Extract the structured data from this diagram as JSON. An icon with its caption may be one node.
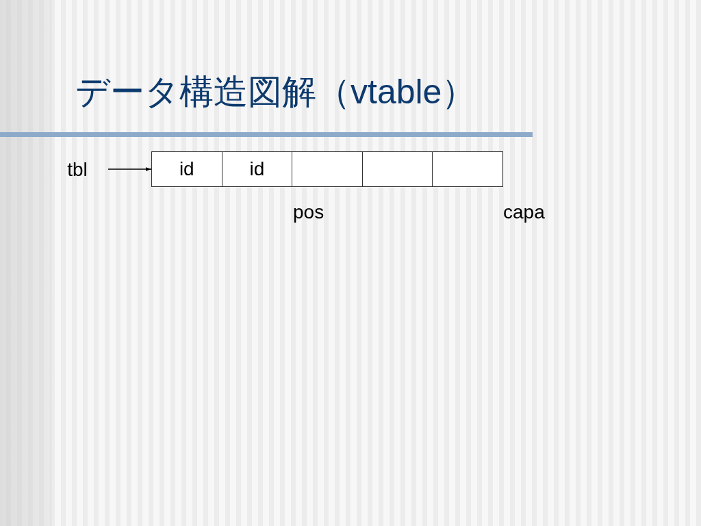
{
  "diagram": {
    "title": "データ構造図解（vtable）",
    "nodes": [
      {
        "text": [
          "tbl"
        ]
      },
      {
        "text": [
          "id"
        ]
      },
      {
        "text": [
          "id"
        ]
      },
      {
        "text": [],
        "shape": "box"
      },
      {
        "text": [],
        "shape": "box"
      },
      {
        "text": [],
        "shape": "box"
      }
    ],
    "edges": [
      {
        "from": 0,
        "to": 1,
        "arrow": "to"
      }
    ],
    "labels": [
      "pos",
      "capa"
    ]
  }
}
